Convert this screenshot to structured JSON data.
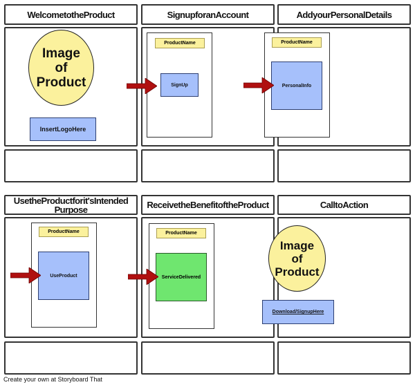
{
  "cells": [
    {
      "title": "WelcometotheProduct",
      "circle": "Image of Product",
      "button": "InsertLogoHere"
    },
    {
      "title": "SignupforanAccount",
      "product_name": "ProductName",
      "screen": "SignUp"
    },
    {
      "title": "AddyourPersonalDetails",
      "product_name": "ProductName",
      "screen": "PersonalInfo"
    },
    {
      "title": "UsetheProductforit'sIntended Purpose",
      "product_name": "ProductName",
      "screen": "UseProduct"
    },
    {
      "title": "ReceivetheBenefitoftheProduct",
      "product_name": "ProductName",
      "screen": "ServiceDelivered"
    },
    {
      "title": "CalltoAction",
      "circle": "Image of Product",
      "button": "Download/SignupHere"
    }
  ],
  "colors": {
    "arrow": "#b01010",
    "note": "#fbf19d",
    "screen_blue": "#a6c0fb",
    "screen_green": "#6fe66f"
  },
  "footer": "Create your own at Storyboard That"
}
